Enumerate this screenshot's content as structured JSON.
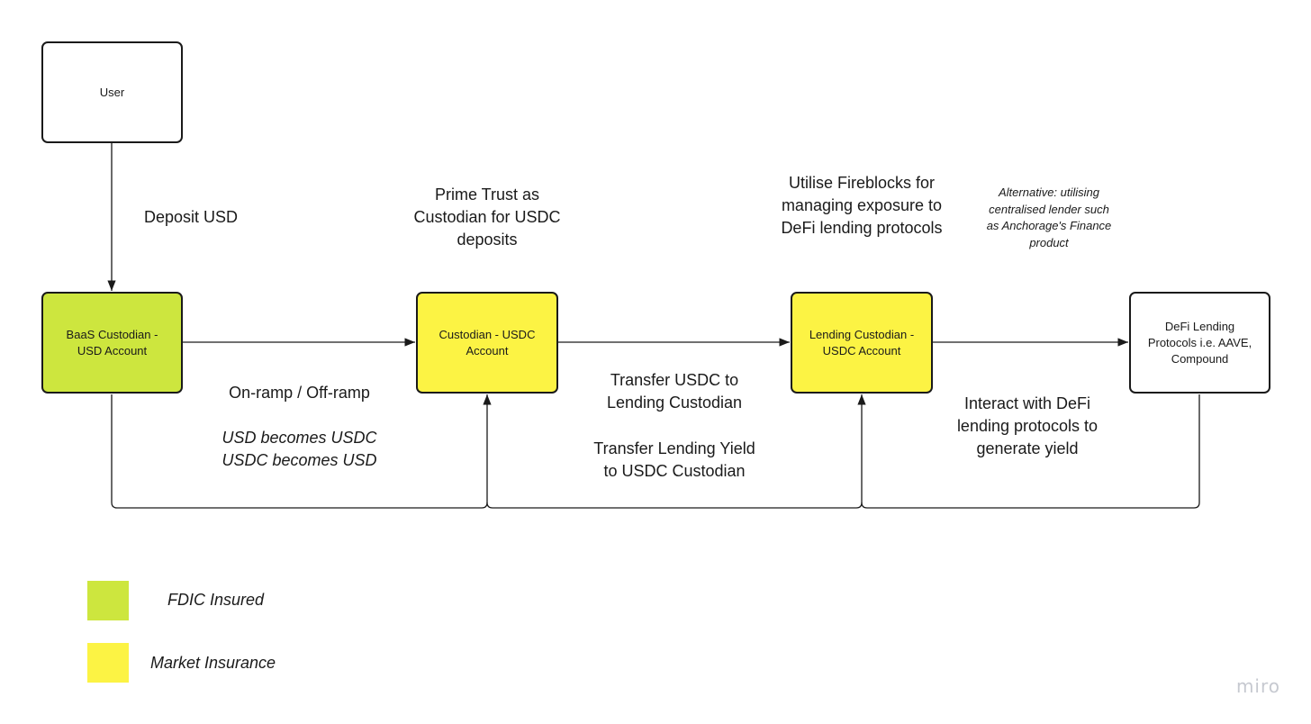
{
  "nodes": {
    "user": "User",
    "baas": "BaaS Custodian - USD Account",
    "custodian": "Custodian - USDC Account",
    "lending": "Lending Custodian - USDC Account",
    "defi": "DeFi Lending Protocols i.e. AAVE, Compound"
  },
  "labels": {
    "deposit": "Deposit USD",
    "prime_trust": "Prime Trust as Custodian for USDC deposits",
    "fireblocks": "Utilise Fireblocks for managing exposure to DeFi lending protocols",
    "alternative": "Alternative: utilising centralised lender such as Anchorage's Finance product",
    "onramp": "On-ramp / Off-ramp",
    "usd_becomes": "USD becomes USDC USDC becomes USD",
    "transfer_usdc": "Transfer USDC to Lending Custodian",
    "transfer_yield": "Transfer Lending Yield to USDC Custodian",
    "interact": "Interact with DeFi lending protocols to generate yield"
  },
  "legend": [
    {
      "label": "FDIC Insured",
      "color": "#cde63e"
    },
    {
      "label": "Market Insurance",
      "color": "#fcf344"
    }
  ],
  "colors": {
    "green": "#cde63e",
    "yellow": "#fcf344",
    "line": "#1a1a1a"
  },
  "watermark": "miro"
}
